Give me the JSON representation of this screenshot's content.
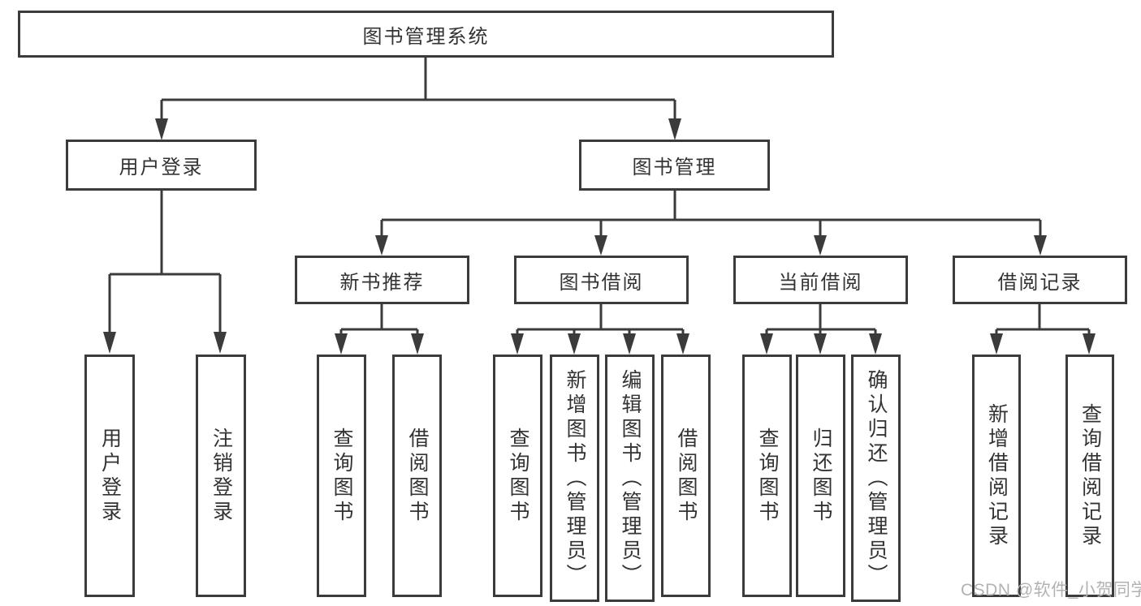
{
  "colors": {
    "line": "#3b3b3b",
    "box_border": "#3b3b3b",
    "text": "#333333",
    "background": "#ffffff",
    "watermark": "#b2b2b2"
  },
  "watermark": {
    "text": "CSDN @软件_小贺同学"
  },
  "tree": {
    "label": "图书管理系统",
    "children": [
      {
        "label": "用户登录",
        "children": [
          {
            "label": "用户登录"
          },
          {
            "label": "注销登录"
          }
        ]
      },
      {
        "label": "图书管理",
        "children": [
          {
            "label": "新书推荐",
            "children": [
              {
                "label": "查询图书"
              },
              {
                "label": "借阅图书"
              }
            ]
          },
          {
            "label": "图书借阅",
            "children": [
              {
                "label": "查询图书"
              },
              {
                "label": "新增图书（管理员）"
              },
              {
                "label": "编辑图书（管理员）"
              },
              {
                "label": "借阅图书"
              }
            ]
          },
          {
            "label": "当前借阅",
            "children": [
              {
                "label": "查询图书"
              },
              {
                "label": "归还图书"
              },
              {
                "label": "确认归还（管理员）"
              }
            ]
          },
          {
            "label": "借阅记录",
            "children": [
              {
                "label": "新增借阅记录"
              },
              {
                "label": "查询借阅记录"
              }
            ]
          }
        ]
      }
    ]
  }
}
